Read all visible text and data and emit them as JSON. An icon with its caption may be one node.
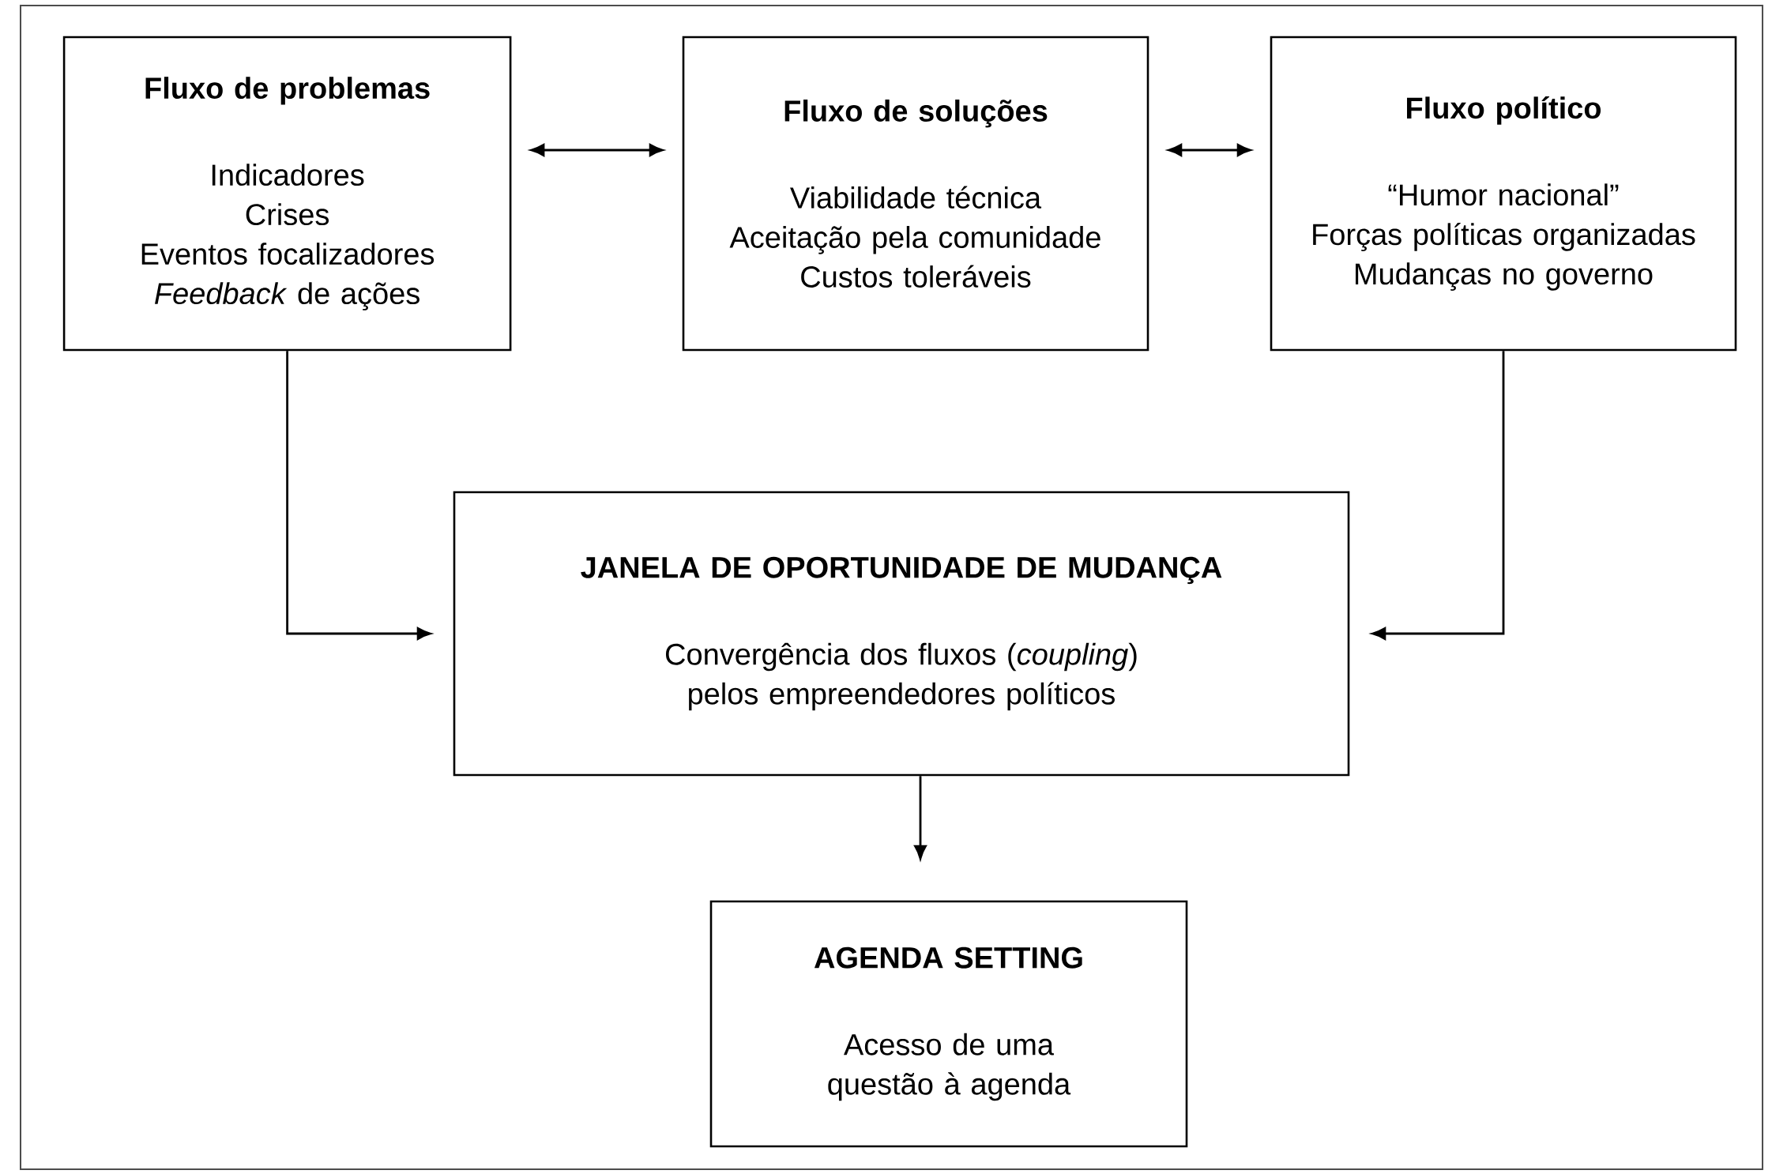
{
  "diagram": {
    "nodes": [
      {
        "text": [
          "Fluxo de problemas",
          "Indicadores",
          "Crises",
          "Eventos focalizadores",
          "*Feedback* de ações"
        ]
      },
      {
        "text": [
          "Fluxo de soluções",
          "Viabilidade técnica",
          "Aceitação pela comunidade",
          "Custos toleráveis"
        ]
      },
      {
        "text": [
          "Fluxo político",
          "“Humor nacional”",
          "Forças políticas organizadas",
          "Mudanças no governo"
        ]
      },
      {
        "text": [
          "JANELA DE OPORTUNIDADE DE MUDANÇA",
          "Convergência dos fluxos (*coupling*) pelos empreendedores políticos"
        ]
      },
      {
        "text": [
          "AGENDA SETTING",
          "Acesso de uma questão à agenda"
        ]
      }
    ],
    "edges": [
      {
        "from": 0,
        "to": 1,
        "arrow": "both"
      },
      {
        "from": 1,
        "to": 2,
        "arrow": "both"
      },
      {
        "from": 0,
        "to": 3,
        "arrow": "to"
      },
      {
        "from": 2,
        "to": 3,
        "arrow": "to"
      },
      {
        "from": 3,
        "to": 4,
        "arrow": "to"
      }
    ]
  }
}
